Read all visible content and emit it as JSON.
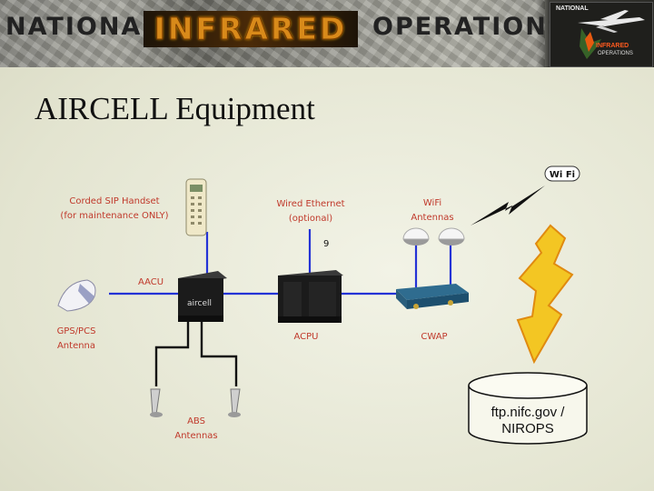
{
  "banner": {
    "word_national": "NATIONAL",
    "word_infrared": "INFRARED",
    "word_operations": "OPERATIONS",
    "logo_top": "NATIONAL",
    "logo_infrared": "INFRARED",
    "logo_operations": "OPERATIONS"
  },
  "title": "AIRCELL Equipment",
  "labels": {
    "handset_1": "Corded SIP Handset",
    "handset_2": "(for maintenance ONLY)",
    "ethernet_1": "Wired Ethernet",
    "ethernet_2": "(optional)",
    "wifi_antennas_1": "WiFi",
    "wifi_antennas_2": "Antennas",
    "wifi_badge": "Wi Fi",
    "aacu": "AACU",
    "acpu": "ACPU",
    "cwap": "CWAP",
    "gps_1": "GPS/PCS",
    "gps_2": "Antenna",
    "abs_1": "ABS",
    "abs_2": "Antennas",
    "cable_mark": "9",
    "aircell_brand": "aircell"
  },
  "server": {
    "line1": "ftp.nifc.gov /",
    "line2": "NIROPS"
  },
  "colors": {
    "link_blue": "#2433d6",
    "cable_black": "#111111",
    "label_red": "#c0392b",
    "bolt_yellow": "#f3c623",
    "bolt_orange": "#e08a10",
    "cylinder_fill": "#f7f7ec"
  }
}
